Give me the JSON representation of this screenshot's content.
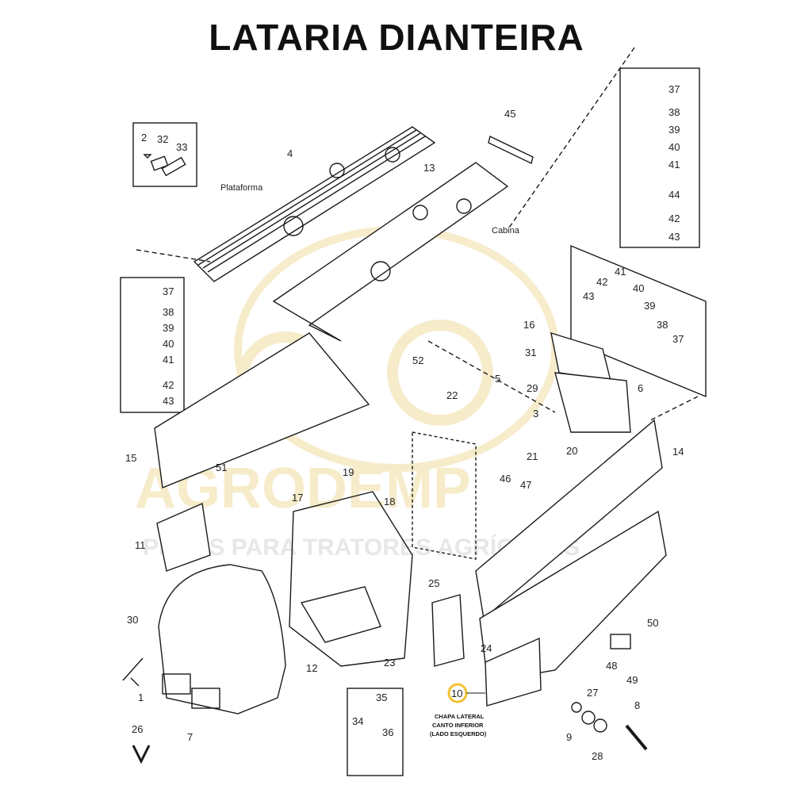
{
  "title": "LATARIA DIANTEIRA",
  "watermark": {
    "brand": "AGRODEMP",
    "tagline": "PEÇAS PARA TRATORES AGRÍCOLAS"
  },
  "part_labels": {
    "plataforma": "Plataforma",
    "cabina": "Cabina"
  },
  "callout": {
    "part_number": "10",
    "lines": [
      "CHAPA LATERAL",
      "CANTO INFERIOR",
      "(LADO ESQUERDO)"
    ],
    "highlight_color": "#f2c230"
  },
  "part_numbers": {
    "p1": "1",
    "p2": "2",
    "p3": "3",
    "p4": "4",
    "p5": "5",
    "p6": "6",
    "p7": "7",
    "p8": "8",
    "p9": "9",
    "p11": "11",
    "p12": "12",
    "p13": "13",
    "p14": "14",
    "p15": "15",
    "p16": "16",
    "p17": "17",
    "p18": "18",
    "p19": "19",
    "p20": "20",
    "p21": "21",
    "p22": "22",
    "p23": "23",
    "p24": "24",
    "p25": "25",
    "p26": "26",
    "p27": "27",
    "p28": "28",
    "p29": "29",
    "p30": "30",
    "p31": "31",
    "p32": "32",
    "p33": "33",
    "p34": "34",
    "p35": "35",
    "p36": "36",
    "p37": "37",
    "p38": "38",
    "p39": "39",
    "p40": "40",
    "p41": "41",
    "p42": "42",
    "p43": "43",
    "p44": "44",
    "p45": "45",
    "p46": "46",
    "p47": "47",
    "p48": "48",
    "p49": "49",
    "p50": "50",
    "p51": "51",
    "p52": "52"
  },
  "colors": {
    "line": "#1a1a1a",
    "watermark": "#e8c96a",
    "watermark_text": "#d9d9d9"
  }
}
